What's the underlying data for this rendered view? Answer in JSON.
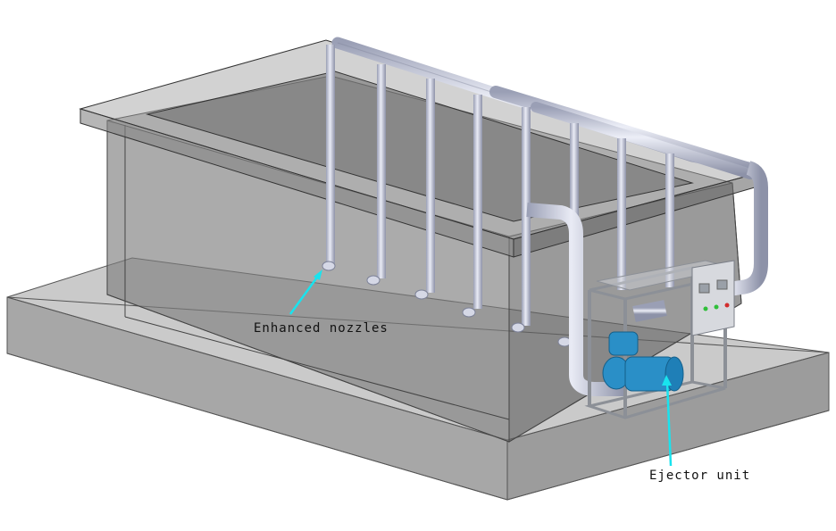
{
  "labels": {
    "nozzles": "Enhanced nozzles",
    "ejector": "Ejector unit"
  },
  "colors": {
    "arrow": "#19e3ee",
    "pipe": "#c5c9dc",
    "pipe_edge": "#8a8fa5",
    "tank_glass": "#7a7a7a",
    "frame": "#b9bcc2",
    "pump": "#2a8fc7",
    "control_box": "#d7d9de"
  },
  "nozzle_count": 8,
  "control_lamps": [
    "#2fbf3a",
    "#2fbf3a",
    "#d22d2d"
  ]
}
